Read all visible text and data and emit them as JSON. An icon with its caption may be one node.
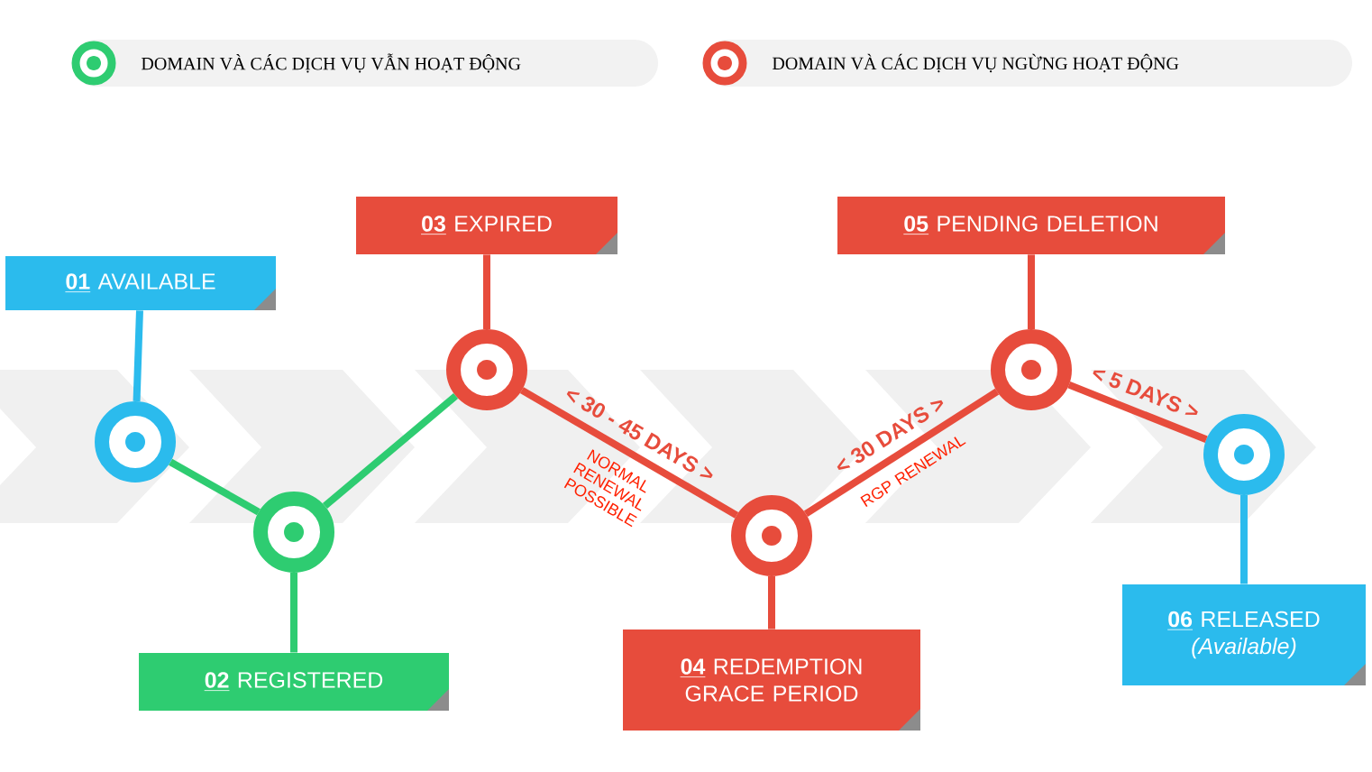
{
  "diagram": {
    "nodes": [
      {
        "text": [
          "01",
          "AVAILABLE"
        ]
      },
      {
        "text": [
          "02",
          "REGISTERED"
        ]
      },
      {
        "text": [
          "03",
          "EXPIRED"
        ]
      },
      {
        "text": [
          "04",
          "REDEMPTION GRACE PERIOD"
        ]
      },
      {
        "text": [
          "05",
          "PENDING DELETION"
        ]
      },
      {
        "text": [
          "06",
          "RELEASED",
          "(Available)"
        ]
      },
      {
        "text": [],
        "shape": "circle"
      },
      {
        "text": [],
        "shape": "circle"
      },
      {
        "text": [],
        "shape": "circle"
      },
      {
        "text": [],
        "shape": "circle"
      },
      {
        "text": [],
        "shape": "circle"
      },
      {
        "text": [],
        "shape": "circle"
      }
    ],
    "edges": [
      {
        "from": 0,
        "to": 6,
        "arrow": "none",
        "color": "#2bbbed"
      },
      {
        "from": 1,
        "to": 7,
        "arrow": "none",
        "color": "#2ecc71"
      },
      {
        "from": 2,
        "to": 8,
        "arrow": "none"
      },
      {
        "from": 3,
        "to": 9,
        "arrow": "none"
      },
      {
        "from": 4,
        "to": 10,
        "arrow": "none"
      },
      {
        "from": 5,
        "to": 11,
        "arrow": "none",
        "color": "#2bbbed"
      },
      {
        "from": 6,
        "to": 7,
        "arrow": "none",
        "color": "#2ecc71"
      },
      {
        "from": 7,
        "to": 8,
        "arrow": "none",
        "color": "#2ecc71"
      },
      {
        "from": 8,
        "to": 9,
        "arrow": "none",
        "label": "< 30 - 45 DAYS >"
      },
      {
        "from": 9,
        "to": 10,
        "arrow": "none",
        "label": "< 30 DAYS >"
      },
      {
        "from": 10,
        "to": 11,
        "arrow": "none",
        "label": "< 5 DAYS >"
      }
    ],
    "labels": [
      "NORMAL RENEWAL POSSIBLE",
      "RGP RENEWAL"
    ],
    "legend": [
      {
        "text": "DOMAIN VÀ CÁC DỊCH VỤ VẪN HOẠT ĐỘNG",
        "color": "#2ecc71"
      },
      {
        "text": "DOMAIN VÀ CÁC DỊCH VỤ NGỪNG HOẠT ĐỘNG",
        "color": "#e74c3c"
      }
    ]
  }
}
